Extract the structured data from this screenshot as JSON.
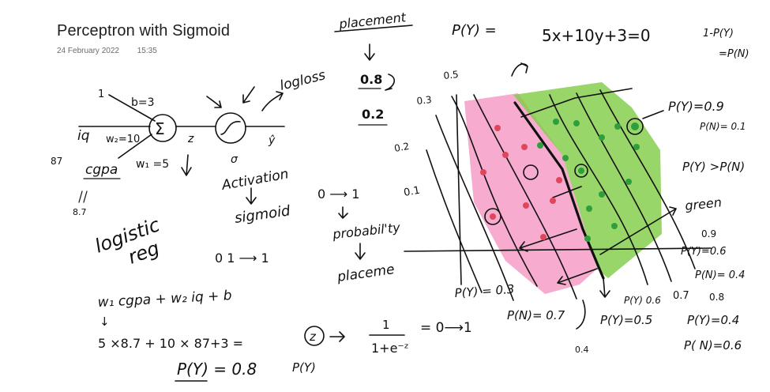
{
  "note": {
    "title": "Perceptron with Sigmoid",
    "date": "24 February 2022",
    "time": "15:35"
  },
  "colors": {
    "ink": "#111111",
    "pink_region": "#f48fbf",
    "green_region": "#7fcc44",
    "red_point": "#e0465a",
    "green_point": "#2f9e3c"
  },
  "perceptron": {
    "bias_input": "1",
    "bias": "b=3",
    "iq_input": "iq",
    "iq_value": "87",
    "iq_weight": "w₂=10",
    "cgpa_input": "cgpa",
    "cgpa_value": "8.7",
    "cgpa_weight": "w₁ =5",
    "sum_symbol": "Σ",
    "z_label": "z",
    "sigma_label": "σ",
    "y_hat": "ŷ",
    "logloss": "logloss",
    "activation": "Activation",
    "sigmoid": "sigmoid",
    "range": "0 ⟶ 1",
    "probability": "probabil'ty",
    "placement_short": "placeme",
    "logistic": "logistic",
    "reg": "reg",
    "zero_one": "0 1  ⟶ 1"
  },
  "placement": {
    "label": "placement",
    "value_top": "0.8",
    "value_bottom": "0.2",
    "py_label": "P(Y) ="
  },
  "equations": {
    "line_eq": "5x+10y+3=0",
    "complement": "1-P(Y)",
    "complement_result": "=P(N)",
    "linear_combo": "w₁ cgpa +  w₂ iq + b",
    "arrow_down": "↓",
    "computation": "5 ×8.7 +  10 × 87+3 =",
    "z_circled": "z",
    "sigmoid_fraction_num": "1",
    "sigmoid_fraction_den": "1+e⁻ᶻ",
    "sigmoid_range": "= 0⟶1",
    "result": "P(Y) = 0.8",
    "result_py": "P(Y)"
  },
  "plot_labels": {
    "contour_05": "0.5",
    "contour_03": "0.3",
    "contour_02": "0.2",
    "contour_01": "0.1",
    "py_09": "P(Y)=0.9",
    "pn_01": "P(N)= 0.1",
    "py_gt_pn": "P(Y) >P(N)",
    "green": "green",
    "val_09": "0.9",
    "py_06": "P(Y)=0.6",
    "pn_04_a": "P(N)= 0.4",
    "py_03": "P(Y) = 0.3",
    "pn_07": "P(N)= 0.7",
    "val_04": "0.4",
    "py_05": "P(Y)=0.5",
    "py_06_b": "P(Y) 0.6",
    "val_07": "0.7",
    "val_08": "0.8",
    "py_04": "P(Y)=0.4",
    "pn_06": "P( N)=0.6"
  }
}
